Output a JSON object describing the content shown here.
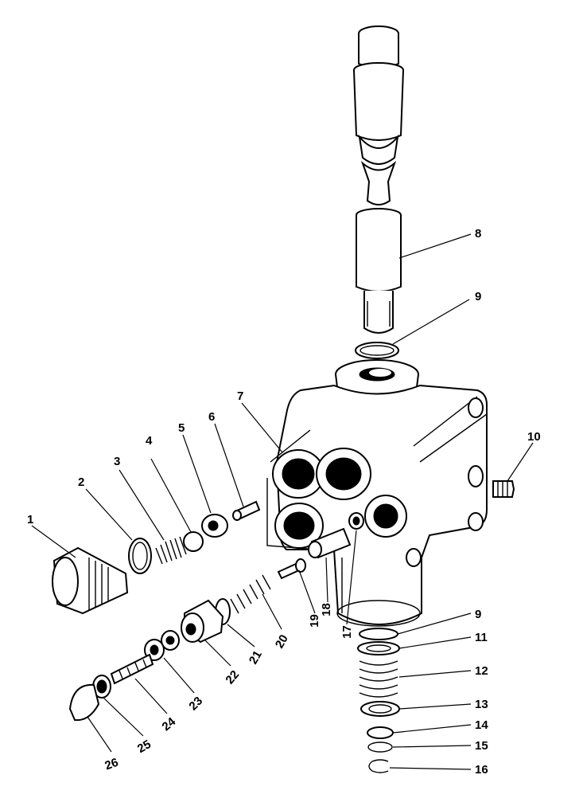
{
  "diagram": {
    "labels": {
      "p1": "1",
      "p2": "2",
      "p3": "3",
      "p4": "4",
      "p5": "5",
      "p6": "6",
      "p7": "7",
      "p8": "8",
      "p9a": "9",
      "p9b": "9",
      "p10": "10",
      "p11": "11",
      "p12": "12",
      "p13": "13",
      "p14": "14",
      "p15": "15",
      "p16": "16",
      "p17": "17",
      "p18": "18",
      "p19": "19",
      "p20": "20",
      "p21": "21",
      "p22": "22",
      "p23": "23",
      "p24": "24",
      "p25": "25",
      "p26": "26"
    }
  }
}
